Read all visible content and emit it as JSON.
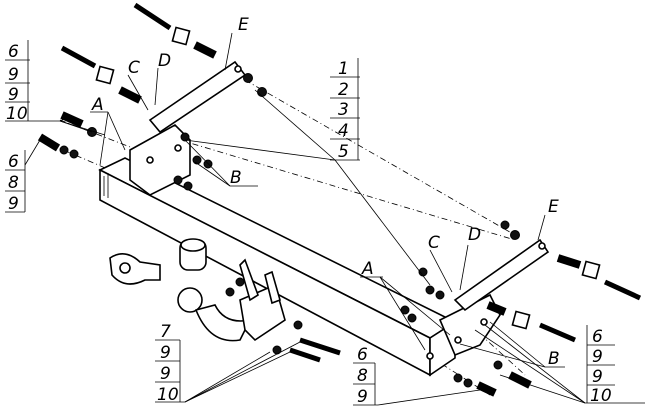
{
  "diagram": {
    "callouts": {
      "left_top_stack": [
        "6",
        "9",
        "9",
        "10"
      ],
      "left_mid_stack": [
        "6",
        "8",
        "9"
      ],
      "center_top_stack": [
        "1",
        "2",
        "3",
        "4",
        "5"
      ],
      "bottom_left_stack": [
        "7",
        "9",
        "9",
        "10"
      ],
      "bottom_center_stack": [
        "6",
        "8",
        "9"
      ],
      "right_bottom_stack": [
        "6",
        "9",
        "9",
        "10"
      ]
    },
    "letters": {
      "left_A": "A",
      "left_B": "B",
      "left_C": "C",
      "left_D": "D",
      "left_E": "E",
      "right_A": "A",
      "right_B": "B",
      "right_C": "C",
      "right_D": "D",
      "right_E": "E"
    }
  }
}
